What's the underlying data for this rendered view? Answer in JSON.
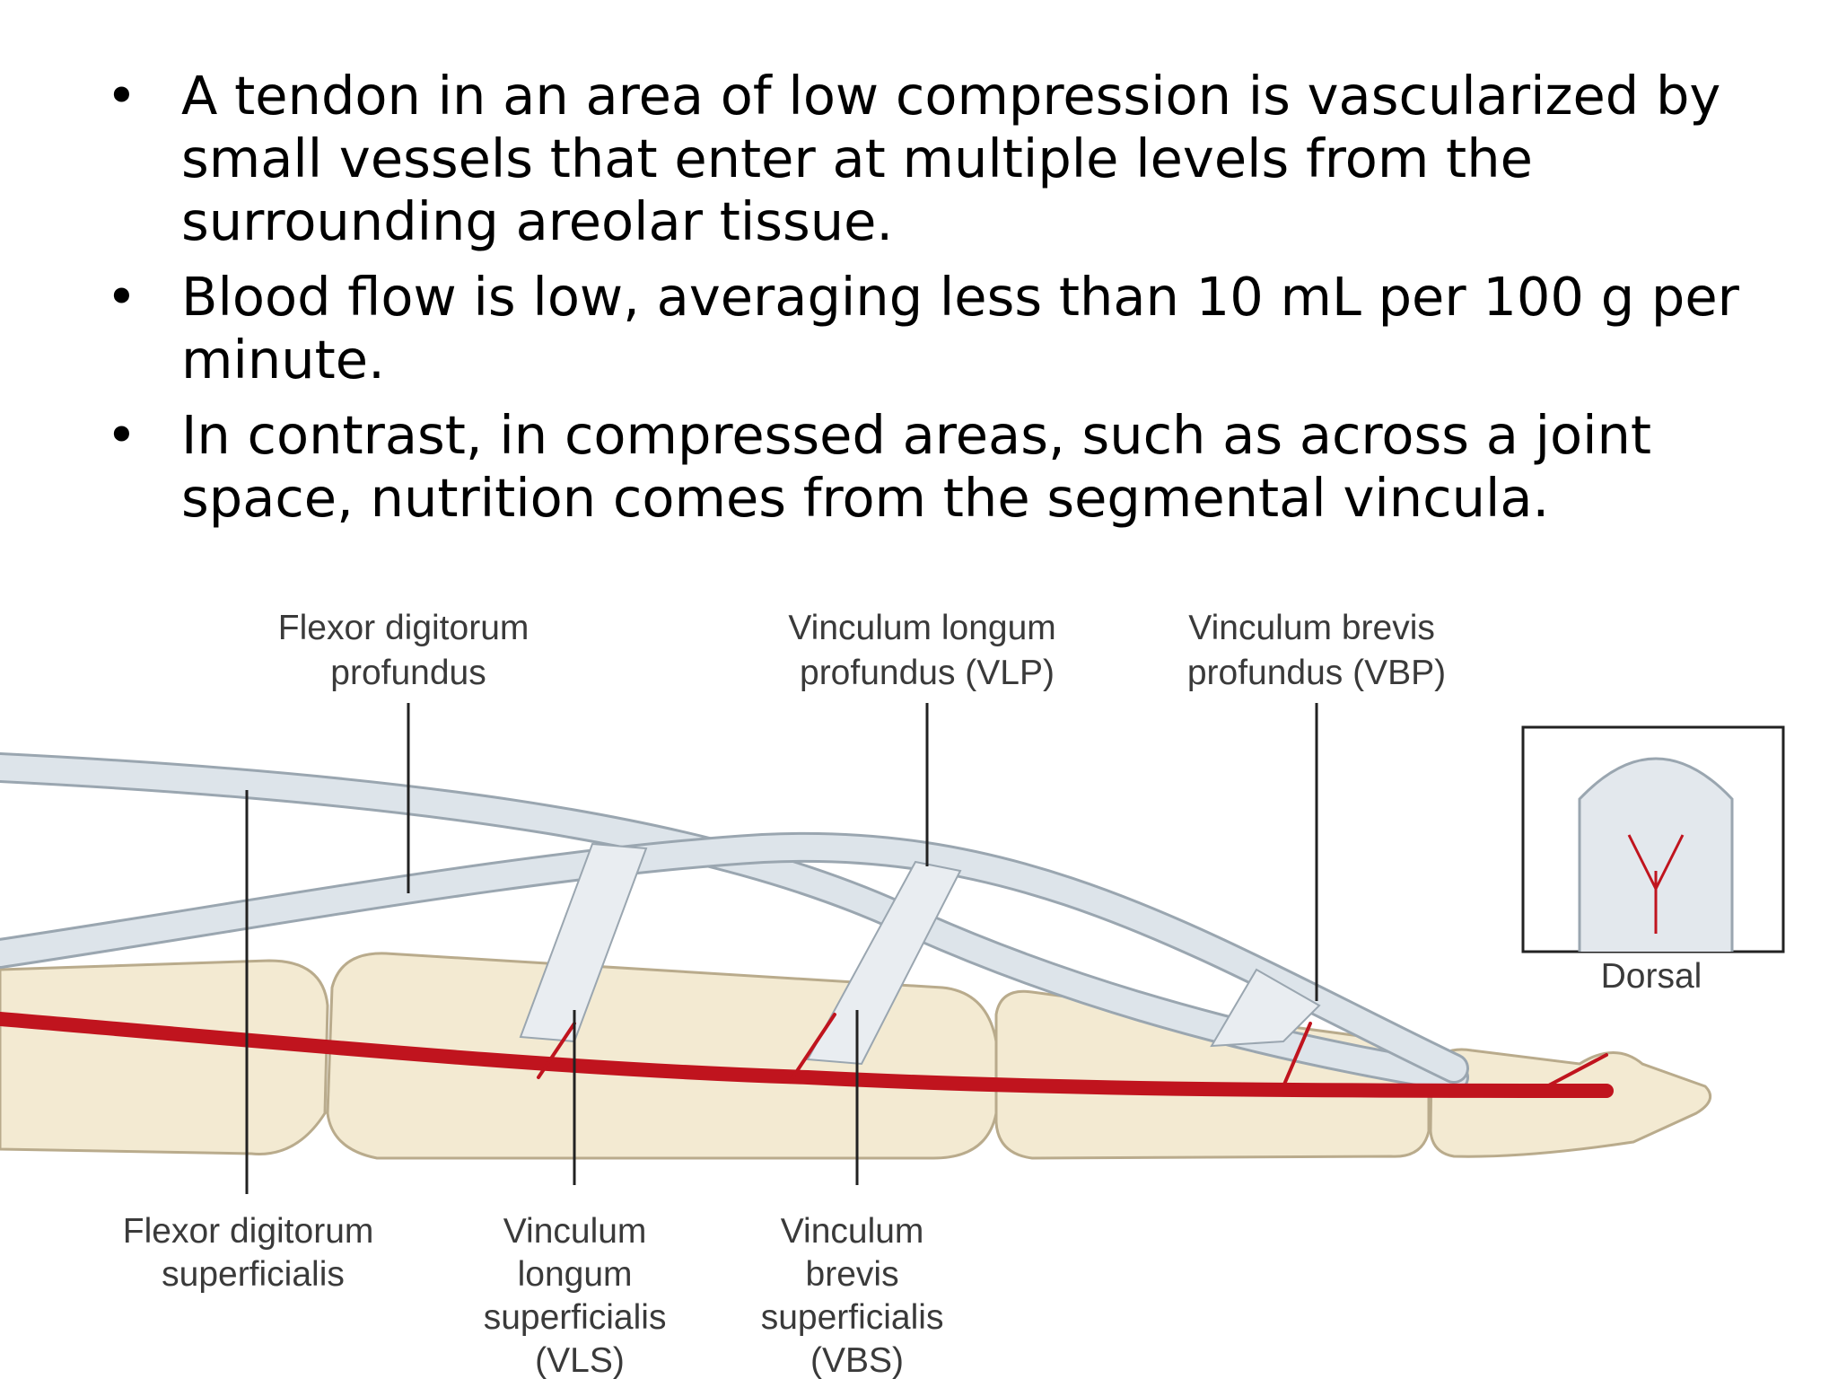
{
  "bullets": [
    {
      "marker": "•",
      "text": "A tendon in an area of low compression is vascularized by small vessels that enter at multiple levels from the surrounding areolar tissue."
    },
    {
      "marker": "•",
      "text": "Blood flow is low, averaging less than 10 mL per 100 g per minute."
    },
    {
      "marker": "•",
      "text": "In contrast, in compressed areas, such as across a joint space, nutrition comes from the segmental vincula."
    }
  ],
  "diagram": {
    "labels": {
      "fdp": [
        "Flexor digitorum",
        "profundus"
      ],
      "vlp": [
        "Vinculum longum",
        "profundus (VLP)"
      ],
      "vbp": [
        "Vinculum brevis",
        "profundus (VBP)"
      ],
      "fds": [
        "Flexor digitorum",
        "superficialis"
      ],
      "vls": [
        "Vinculum",
        "longum",
        "superficialis",
        "(VLS)"
      ],
      "vbs": [
        "Vinculum",
        "brevis",
        "superficialis",
        "(VBS)"
      ],
      "dorsal": "Dorsal"
    },
    "colors": {
      "tendon_fill": "#dde4ea",
      "tendon_edge": "#9aa6b0",
      "bone_fill": "#f3ead2",
      "bone_edge": "#b9ab8c",
      "artery": "#c0141e",
      "leader": "#222222"
    }
  }
}
